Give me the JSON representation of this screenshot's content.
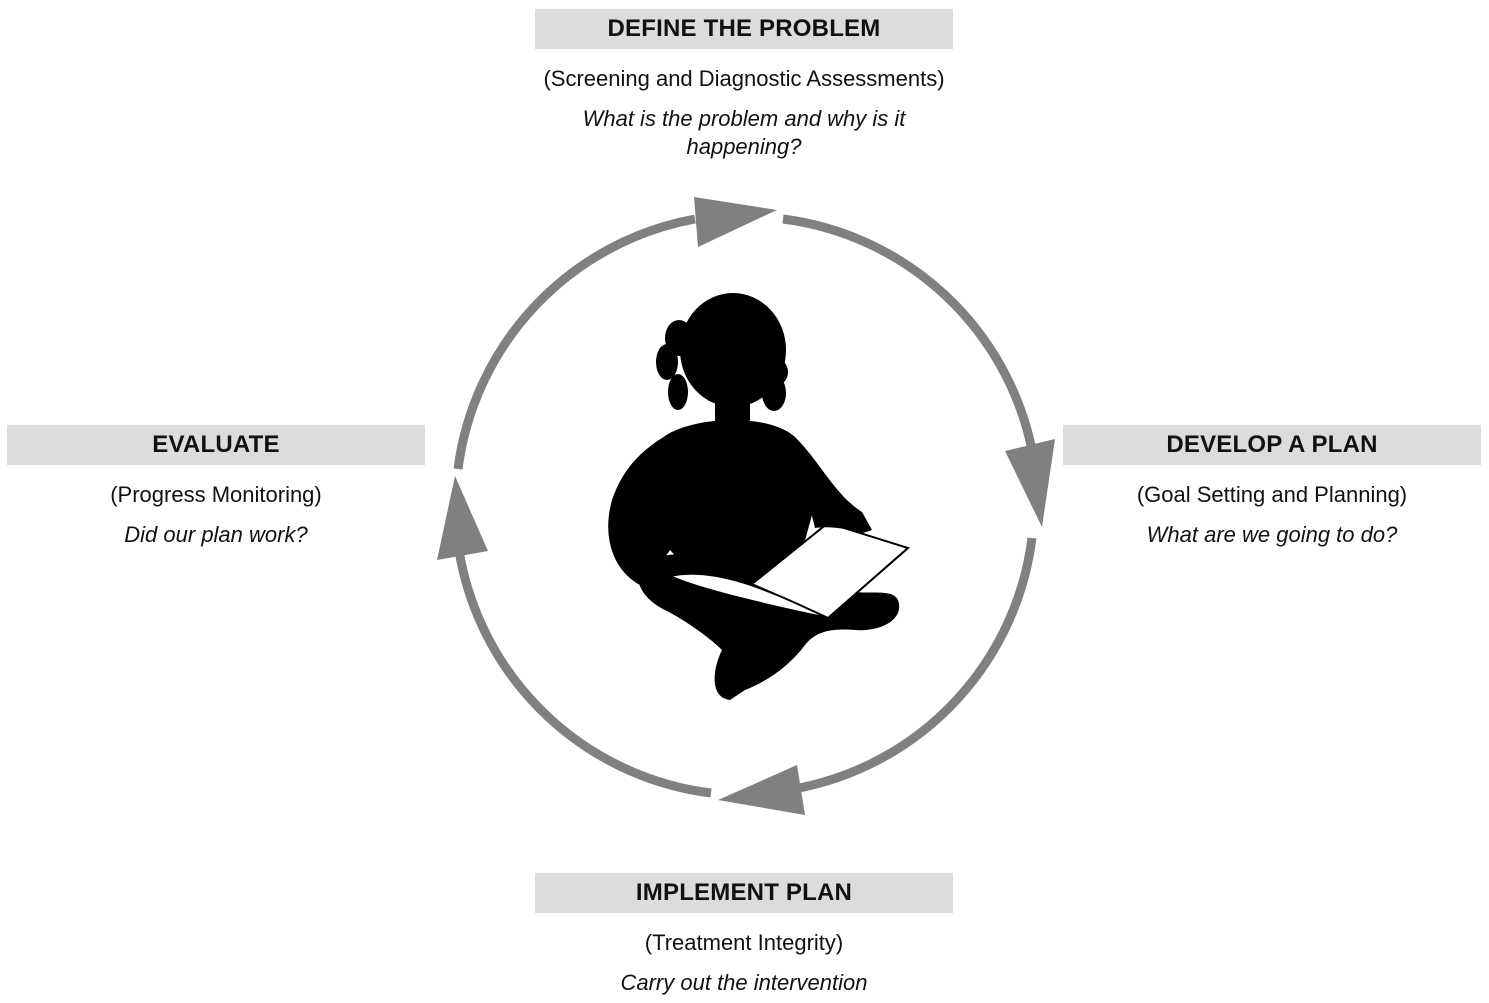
{
  "steps": {
    "define": {
      "title": "DEFINE THE PROBLEM",
      "subtitle": "(Screening and Diagnostic Assessments)",
      "question": "What is the problem and why is it happening?"
    },
    "develop": {
      "title": "DEVELOP A PLAN",
      "subtitle": "(Goal Setting and Planning)",
      "question": "What are we going to do?"
    },
    "implement": {
      "title": "IMPLEMENT PLAN",
      "subtitle": "(Treatment Integrity)",
      "question": "Carry out the intervention"
    },
    "evaluate": {
      "title": "EVALUATE",
      "subtitle": "(Progress Monitoring)",
      "question": "Did our plan work?"
    }
  },
  "colors": {
    "banner": "#dcdcdc",
    "arrow": "#808080",
    "silhouette": "#000000",
    "book": "#ffffff"
  },
  "center_figure": {
    "icon": "child-reading-book-silhouette"
  }
}
